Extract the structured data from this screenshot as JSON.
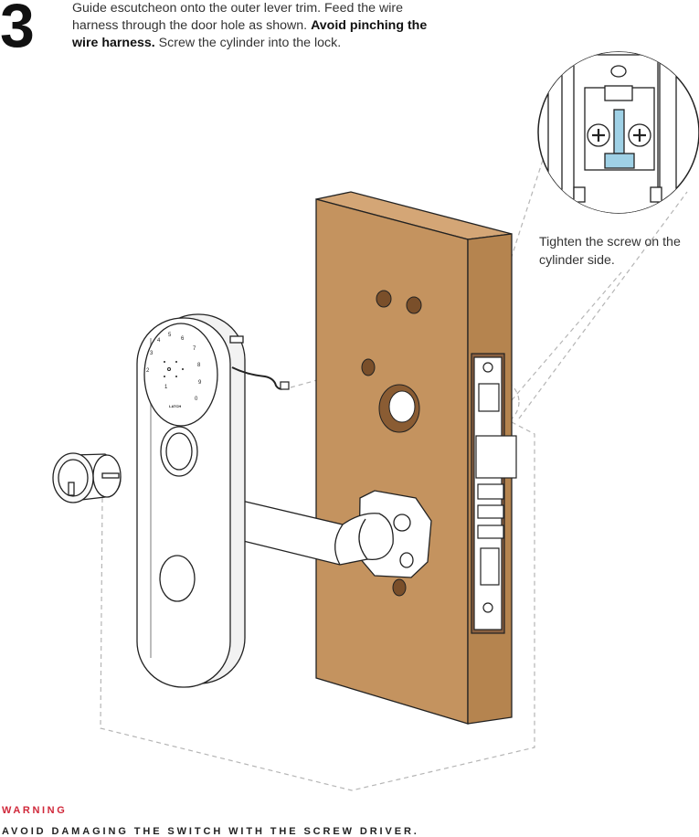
{
  "step": {
    "number": "3",
    "text_part1": "Guide escutcheon onto the outer lever trim. Feed the wire harness through the door hole as shown.",
    "text_bold": "Avoid pinching the wire harness.",
    "text_part2": "Screw the cylinder into the lock."
  },
  "callout": {
    "label": "Tighten the screw on the cylinder side."
  },
  "keypad": {
    "brand": "LATCH",
    "digits": [
      "0",
      "1",
      "2",
      "3",
      "4",
      "5",
      "6",
      "7",
      "8",
      "9"
    ]
  },
  "warning": {
    "title": "WARNING",
    "text": "AVOID DAMAGING THE SWITCH WITH THE SCREW DRIVER."
  },
  "colors": {
    "door_face": "#c4935f",
    "door_side": "#b5844f",
    "warning_red": "#d0283a",
    "highlight_blue": "#9fd1e6"
  }
}
